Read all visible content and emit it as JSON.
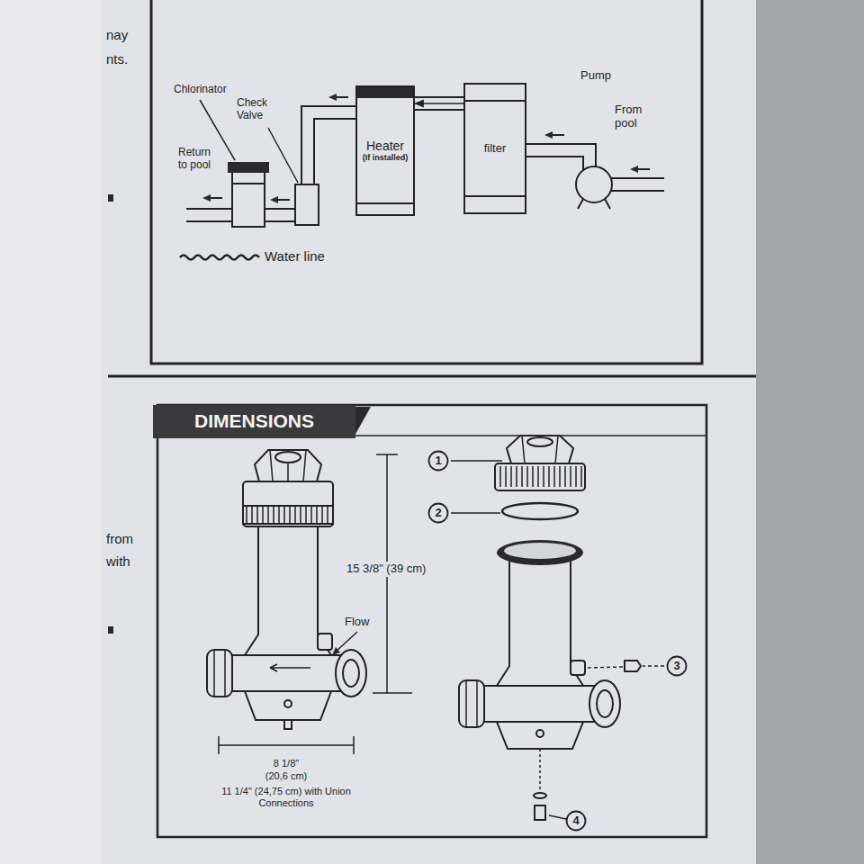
{
  "diagram": {
    "nodes": [
      {
        "text": [
          "Heater",
          "(If installed)"
        ]
      },
      {
        "text": [
          "filter"
        ]
      },
      {
        "text": [
          "DIMENSIONS"
        ]
      },
      {
        "text": [
          "1"
        ]
      },
      {
        "text": [
          "2"
        ]
      },
      {
        "text": [
          "3"
        ]
      },
      {
        "text": [
          "4"
        ]
      }
    ],
    "edges": [
      {
        "from": 1,
        "to": 0,
        "arrow": "to"
      }
    ],
    "labels": [
      "nay",
      "nts.",
      "Chlorinator",
      "Check Valve",
      "Return to pool",
      "Pump",
      "From pool",
      "Water line",
      "from",
      "with",
      "15 3/8\" (39 cm)",
      "Flow",
      "8 1/8\"",
      "(20,6 cm)",
      "11 1/4\" (24,75 cm) with Union Connections"
    ]
  }
}
